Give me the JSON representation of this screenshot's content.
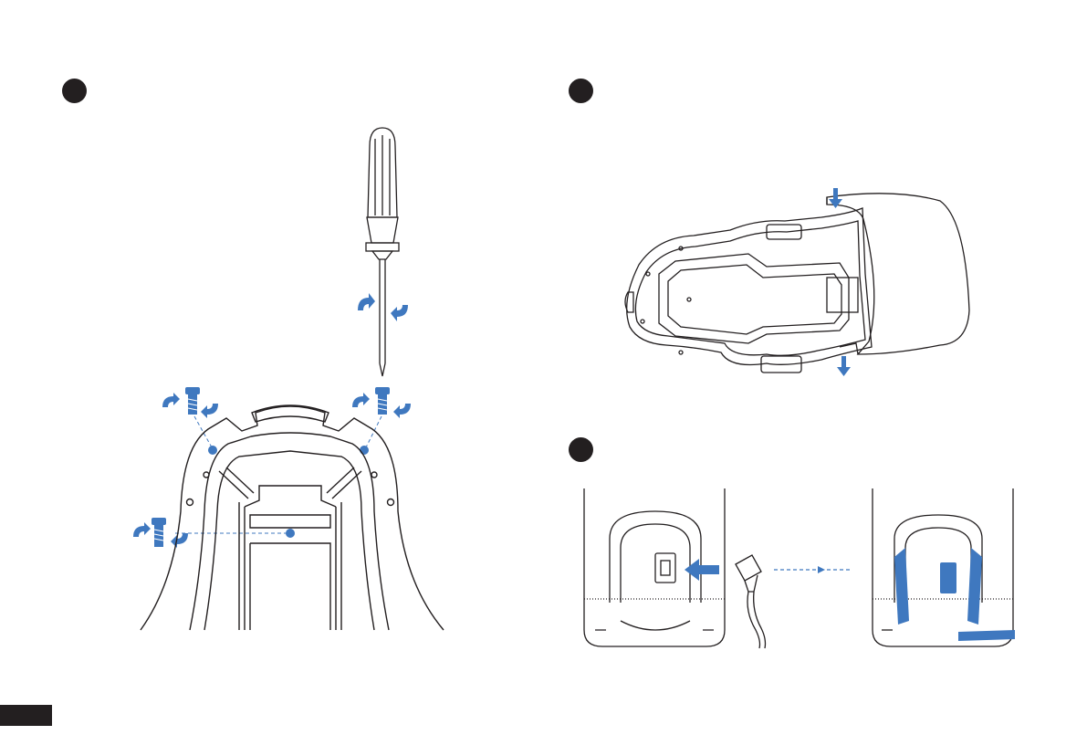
{
  "colors": {
    "line": "#231f20",
    "accent": "#3f78bf",
    "background": "#ffffff"
  },
  "steps": [
    {
      "icon": "filled-circle-icon"
    },
    {
      "icon": "filled-circle-icon"
    },
    {
      "icon": "filled-circle-icon"
    }
  ],
  "illustrations": [
    {
      "name": "screwdriver-and-screws",
      "icon": "screwdriver-icon"
    },
    {
      "name": "cover-removal",
      "icon": "mower-shell-icon"
    },
    {
      "name": "power-cord-connection",
      "icon": "power-plug-icon"
    }
  ],
  "footer": {
    "tab_icon": "page-tab-icon"
  }
}
